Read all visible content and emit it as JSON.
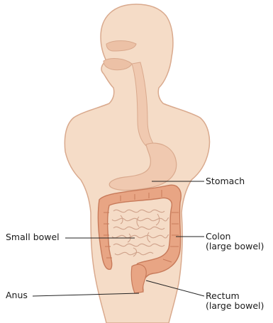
{
  "labels": {
    "stomach": "Stomach",
    "small_bowel": "Small bowel",
    "colon": "Colon",
    "colon_sub": "(large bowel)",
    "anus": "Anus",
    "rectum": "Rectum",
    "rectum_sub": "(large bowel)"
  },
  "colors": {
    "body_fill": "#f5dcc7",
    "body_outline": "#d9a98d",
    "esophagus_fill": "#f0c9b0",
    "colon_fill": "#e8a584",
    "colon_outline": "#c77a5a",
    "small_bowel_line": "#cfa28b",
    "leader_line": "#222222"
  }
}
